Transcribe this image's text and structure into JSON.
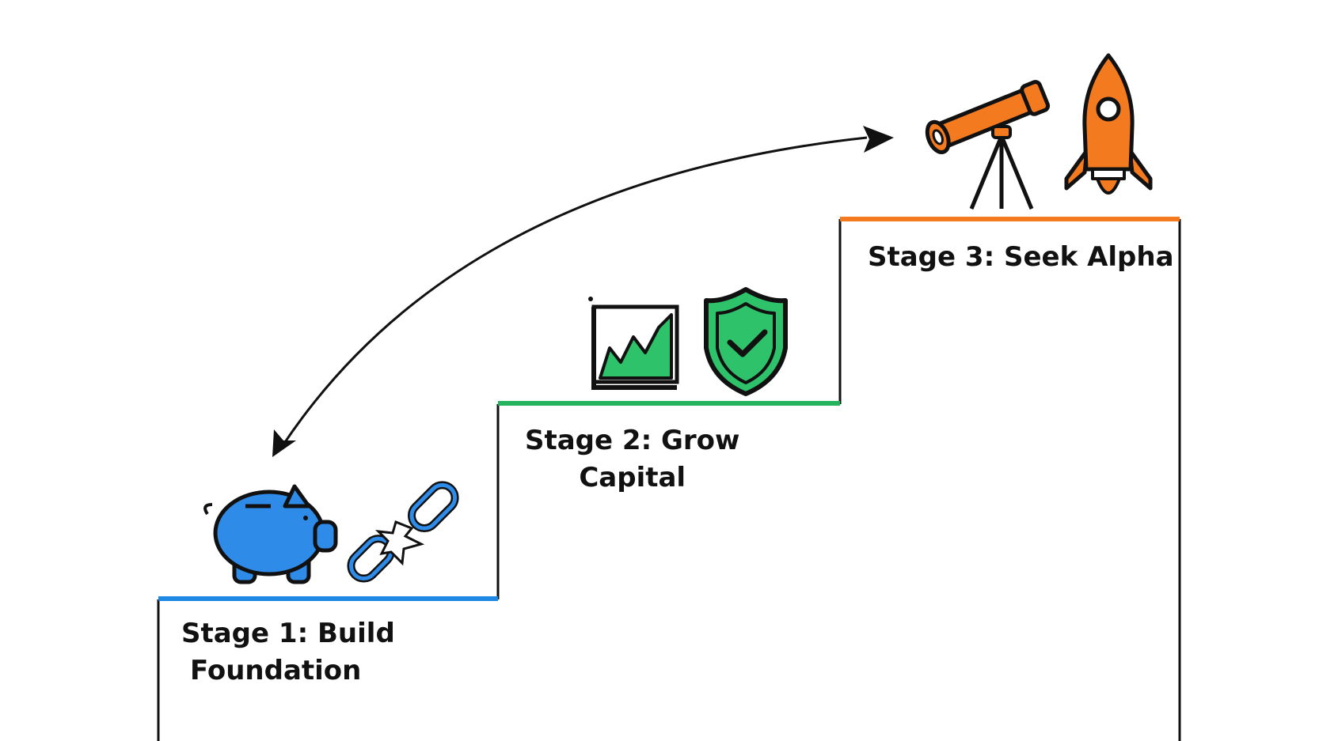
{
  "stages": [
    {
      "title": "Stage 1: Build",
      "subtitle": "Foundation",
      "color": "#1e88e5",
      "icons": [
        "piggy-bank-icon",
        "broken-chain-icon"
      ]
    },
    {
      "title": "Stage 2: Grow",
      "subtitle": "Capital",
      "color": "#22b35c",
      "icons": [
        "growth-chart-icon",
        "shield-check-icon"
      ]
    },
    {
      "title": "Stage 3: Seek Alpha",
      "subtitle": "",
      "color": "#f47a1f",
      "icons": [
        "telescope-icon",
        "rocket-icon"
      ]
    }
  ],
  "connector": {
    "type": "double-headed-curved-arrow",
    "color": "#111111"
  }
}
